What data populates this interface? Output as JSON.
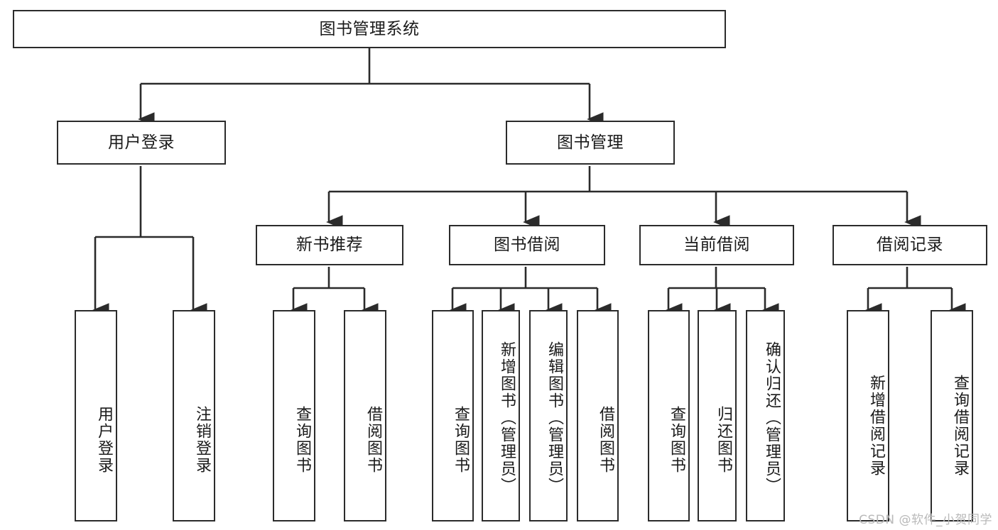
{
  "diagram": {
    "title": "图书管理系统",
    "type": "tree-hierarchy-diagram",
    "colors": {
      "background": "#ffffff",
      "stroke": "#2b2b2b",
      "text": "#1a1a1a",
      "watermark": "#b9b9b9"
    },
    "levels": {
      "root": "图书管理系统",
      "level2": [
        "用户登录",
        "图书管理"
      ],
      "level3": [
        "新书推荐",
        "图书借阅",
        "当前借阅",
        "借阅记录"
      ]
    },
    "nodes": {
      "root": {
        "label": "图书管理系统"
      },
      "user_login": {
        "label": "用户登录"
      },
      "book_manage": {
        "label": "图书管理"
      },
      "new_book_rec": {
        "label": "新书推荐"
      },
      "book_borrow": {
        "label": "图书借阅"
      },
      "current_borrow": {
        "label": "当前借阅"
      },
      "borrow_record": {
        "label": "借阅记录"
      },
      "leaf_user_login": {
        "label": "用户登录"
      },
      "leaf_logout": {
        "label": "注销登录"
      },
      "leaf_query_book_1": {
        "label": "查询图书"
      },
      "leaf_borrow_book_1": {
        "label": "借阅图书"
      },
      "leaf_query_book_2": {
        "label": "查询图书"
      },
      "leaf_add_book": {
        "label": "新增图书（管理员）"
      },
      "leaf_edit_book": {
        "label": "编辑图书（管理员）"
      },
      "leaf_borrow_book_2": {
        "label": "借阅图书"
      },
      "leaf_query_book_3": {
        "label": "查询图书"
      },
      "leaf_return_book": {
        "label": "归还图书"
      },
      "leaf_confirm_return": {
        "label": "确认归还（管理员）"
      },
      "leaf_add_record": {
        "label": "新增借阅记录"
      },
      "leaf_query_record": {
        "label": "查询借阅记录"
      }
    },
    "watermark": "CSDN @软件_小贺同学"
  }
}
